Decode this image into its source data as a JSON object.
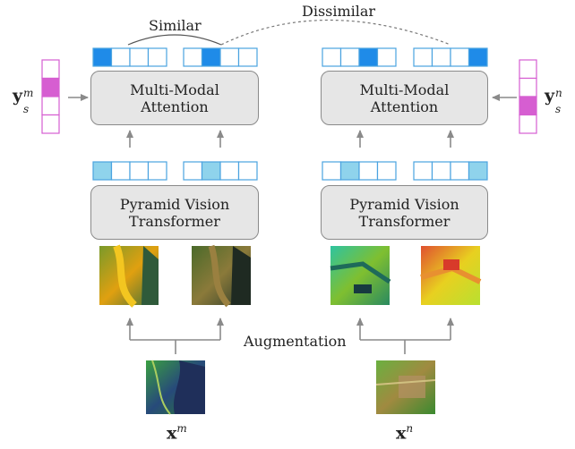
{
  "labels": {
    "similar": "Similar",
    "dissimilar": "Dissimilar",
    "augmentation": "Augmentation"
  },
  "boxes": {
    "attention_left": [
      "Multi-Modal",
      "Attention"
    ],
    "attention_right": [
      "Multi-Modal",
      "Attention"
    ],
    "pvt_left": [
      "Pyramid Vision",
      "Transformer"
    ],
    "pvt_right": [
      "Pyramid Vision",
      "Transformer"
    ]
  },
  "symbols": {
    "ysm": {
      "base": "y",
      "sup": "m",
      "sub": "s"
    },
    "ysn": {
      "base": "y",
      "sup": "n",
      "sub": "s"
    },
    "xm": {
      "base": "x",
      "sup": "m"
    },
    "xn": {
      "base": "x",
      "sup": "n"
    }
  },
  "colors": {
    "embedding_dark": "#1f8be8",
    "embedding_light": "#8fd3ec",
    "embedding_border": "#4aa3e0",
    "label_fill": "#d65ed1",
    "label_border": "#d65ed1",
    "box_fill": "#e6e6e6",
    "arrow": "#8a8a8a"
  },
  "embeddings": {
    "top_left_a": [
      1,
      0,
      0,
      0
    ],
    "top_left_b": [
      0,
      1,
      0,
      0
    ],
    "top_right_a": [
      0,
      0,
      1,
      0
    ],
    "top_right_b": [
      0,
      0,
      0,
      1
    ],
    "mid_left_a": [
      1,
      0,
      0,
      0
    ],
    "mid_left_b": [
      0,
      1,
      0,
      0
    ],
    "mid_right_a": [
      0,
      1,
      0,
      0
    ],
    "mid_right_b": [
      0,
      0,
      0,
      1
    ]
  },
  "class_labels": {
    "left": [
      0,
      1,
      0,
      0
    ],
    "right": [
      0,
      0,
      1,
      0
    ]
  }
}
